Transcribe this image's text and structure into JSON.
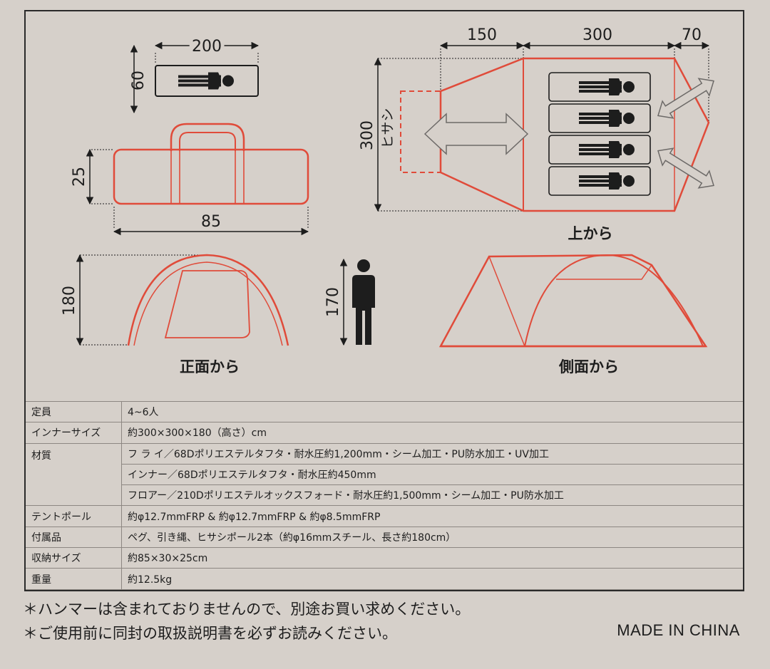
{
  "dimensions": {
    "sleeping_pad_length": "200",
    "sleeping_pad_width": "60",
    "bag_height": "25",
    "bag_length": "85",
    "top_vestibule_depth": "150",
    "top_inner_length": "300",
    "top_rear_depth": "70",
    "top_width": "300",
    "canopy_label": "ヒサシ",
    "front_height": "180",
    "person_height": "170"
  },
  "views": {
    "top": "上から",
    "front": "正面から",
    "side": "側面から"
  },
  "specs": [
    {
      "label": "定員",
      "values": [
        "4~6人"
      ]
    },
    {
      "label": "インナーサイズ",
      "values": [
        "約300×300×180（高さ）cm"
      ]
    },
    {
      "label": "材質",
      "values": [
        "フ ラ イ／68Dポリエステルタフタ・耐水圧約1,200mm・シーム加工・PU防水加工・UV加工",
        "インナー／68Dポリエステルタフタ・耐水圧約450mm",
        "フロアー／210Dポリエステルオックスフォード・耐水圧約1,500mm・シーム加工・PU防水加工"
      ]
    },
    {
      "label": "テントポール",
      "values": [
        "約φ12.7mmFRP & 約φ12.7mmFRP & 約φ8.5mmFRP"
      ]
    },
    {
      "label": "付属品",
      "values": [
        "ペグ、引き縄、ヒサシポール2本（約φ16mmスチール、長さ約180cm）"
      ]
    },
    {
      "label": "収納サイズ",
      "values": [
        "約85×30×25cm"
      ]
    },
    {
      "label": "重量",
      "values": [
        "約12.5kg"
      ]
    }
  ],
  "notes": [
    "＊ハンマーは含まれておりませんので、別途お買い求めください。",
    "＊ご使用前に同封の取扱説明書を必ずお読みください。"
  ],
  "made_in": "MADE IN CHINA",
  "colors": {
    "outline_red": "#e04b3a",
    "background": "#d6d0ca",
    "text": "#1d1d1d"
  }
}
